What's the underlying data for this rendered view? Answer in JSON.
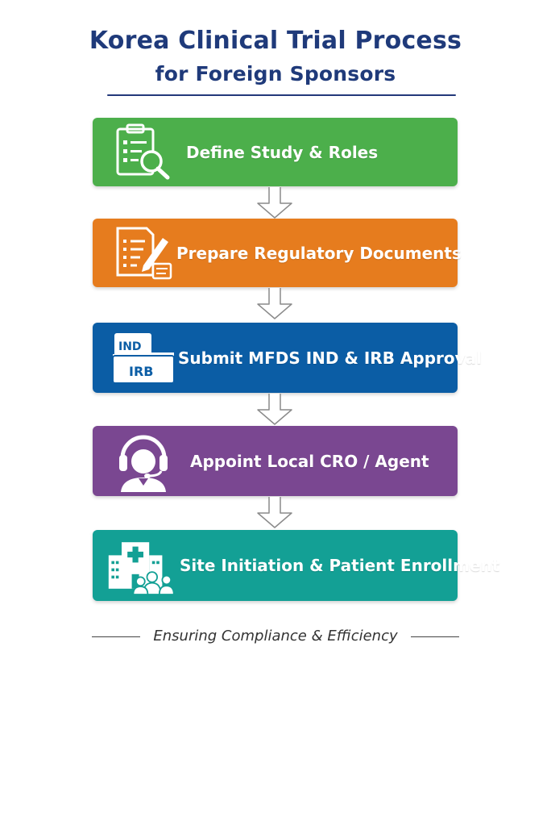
{
  "title": {
    "line1": "Korea Clinical Trial Process",
    "line2": "for Foreign Sponsors"
  },
  "steps": [
    {
      "label": "Define Study & Roles",
      "color": "#4caf4b",
      "icon": "clipboard-search-icon"
    },
    {
      "label": "Prepare Regulatory Documents",
      "color": "#e67c1e",
      "icon": "document-pencil-icon"
    },
    {
      "label": "Submit MFDS IND & IRB Approval",
      "color": "#0b5da5",
      "icon": "ind-irb-folder-icon",
      "icon_text": [
        "IND",
        "IRB"
      ]
    },
    {
      "label": "Appoint Local CRO / Agent",
      "color": "#7a4791",
      "icon": "headset-agent-icon"
    },
    {
      "label": "Site Initiation & Patient Enrollment",
      "color": "#13a095",
      "icon": "hospital-patients-icon"
    }
  ],
  "footer": {
    "text": "Ensuring Compliance & Efficiency"
  }
}
